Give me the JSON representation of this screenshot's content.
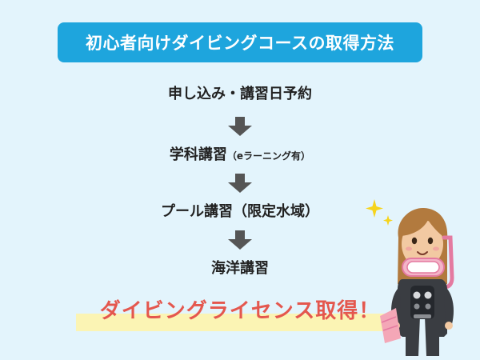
{
  "title": "初心者向けダイビングコースの取得方法",
  "steps": [
    {
      "label": "申し込み・講習日予約",
      "note": ""
    },
    {
      "label": "学科講習",
      "note": "（eラーニング有）"
    },
    {
      "label": "プール講習（限定水域）",
      "note": ""
    },
    {
      "label": "海洋講習",
      "note": ""
    }
  ],
  "result": "ダイビングライセンス取得！",
  "colors": {
    "background": "#e3f4fc",
    "title_badge": "#1ea5dd",
    "arrow": "#555555",
    "result_text": "#e4574e",
    "highlight": "#fbf4b4"
  },
  "icons": [
    "down-arrow-icon",
    "sparkle-icon",
    "diver-illustration"
  ]
}
